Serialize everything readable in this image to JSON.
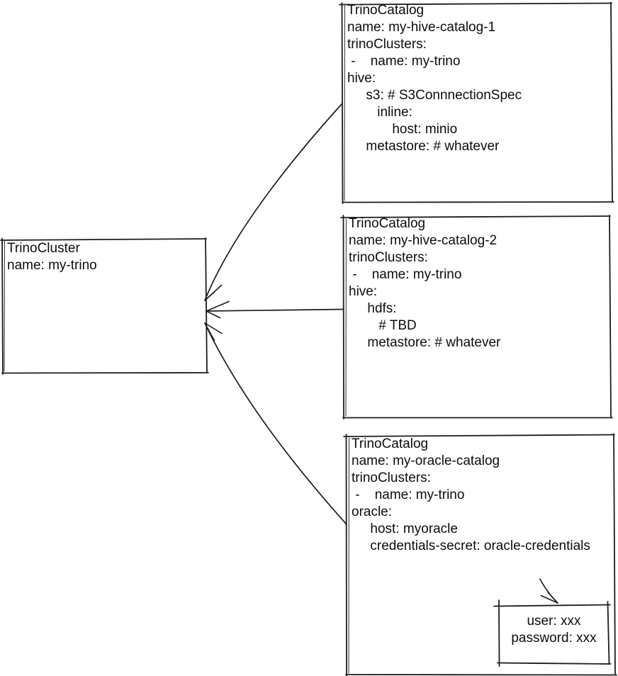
{
  "theme": {
    "background": "#ffffff",
    "stroke": "#1c1c1c",
    "text": "#0d0d0d"
  },
  "diagram": {
    "cluster_node": {
      "kind": "TrinoCluster",
      "name": "my-trino",
      "lines": [
        "TrinoCluster",
        "name: my-trino"
      ]
    },
    "catalog_nodes": [
      {
        "kind": "TrinoCatalog",
        "name": "my-hive-catalog-1",
        "lines": [
          "TrinoCatalog",
          "name: my-hive-catalog-1",
          "trinoClusters:",
          " -    name: my-trino",
          "hive:",
          "     s3: # S3ConnnectionSpec",
          "        inline:",
          "            host: minio",
          "     metastore: # whatever"
        ]
      },
      {
        "kind": "TrinoCatalog",
        "name": "my-hive-catalog-2",
        "lines": [
          "TrinoCatalog",
          "name: my-hive-catalog-2",
          "trinoClusters:",
          " -    name: my-trino",
          "hive:",
          "     hdfs:",
          "        # TBD",
          "     metastore: # whatever"
        ]
      },
      {
        "kind": "TrinoCatalog",
        "name": "my-oracle-catalog",
        "lines": [
          "TrinoCatalog",
          "name: my-oracle-catalog",
          "trinoClusters:",
          " -    name: my-trino",
          "oracle:",
          "     host: myoracle",
          "     credentials-secret: oracle-credentials"
        ]
      }
    ],
    "secret_node": {
      "lines": [
        "user: xxx",
        "password: xxx"
      ]
    },
    "edges": [
      {
        "from": "TrinoCatalog my-hive-catalog-1",
        "to": "TrinoCluster my-trino"
      },
      {
        "from": "TrinoCatalog my-hive-catalog-2",
        "to": "TrinoCluster my-trino"
      },
      {
        "from": "TrinoCatalog my-oracle-catalog",
        "to": "TrinoCluster my-trino"
      },
      {
        "from": "credentials-secret: oracle-credentials",
        "to": "user/password secret box"
      }
    ]
  }
}
